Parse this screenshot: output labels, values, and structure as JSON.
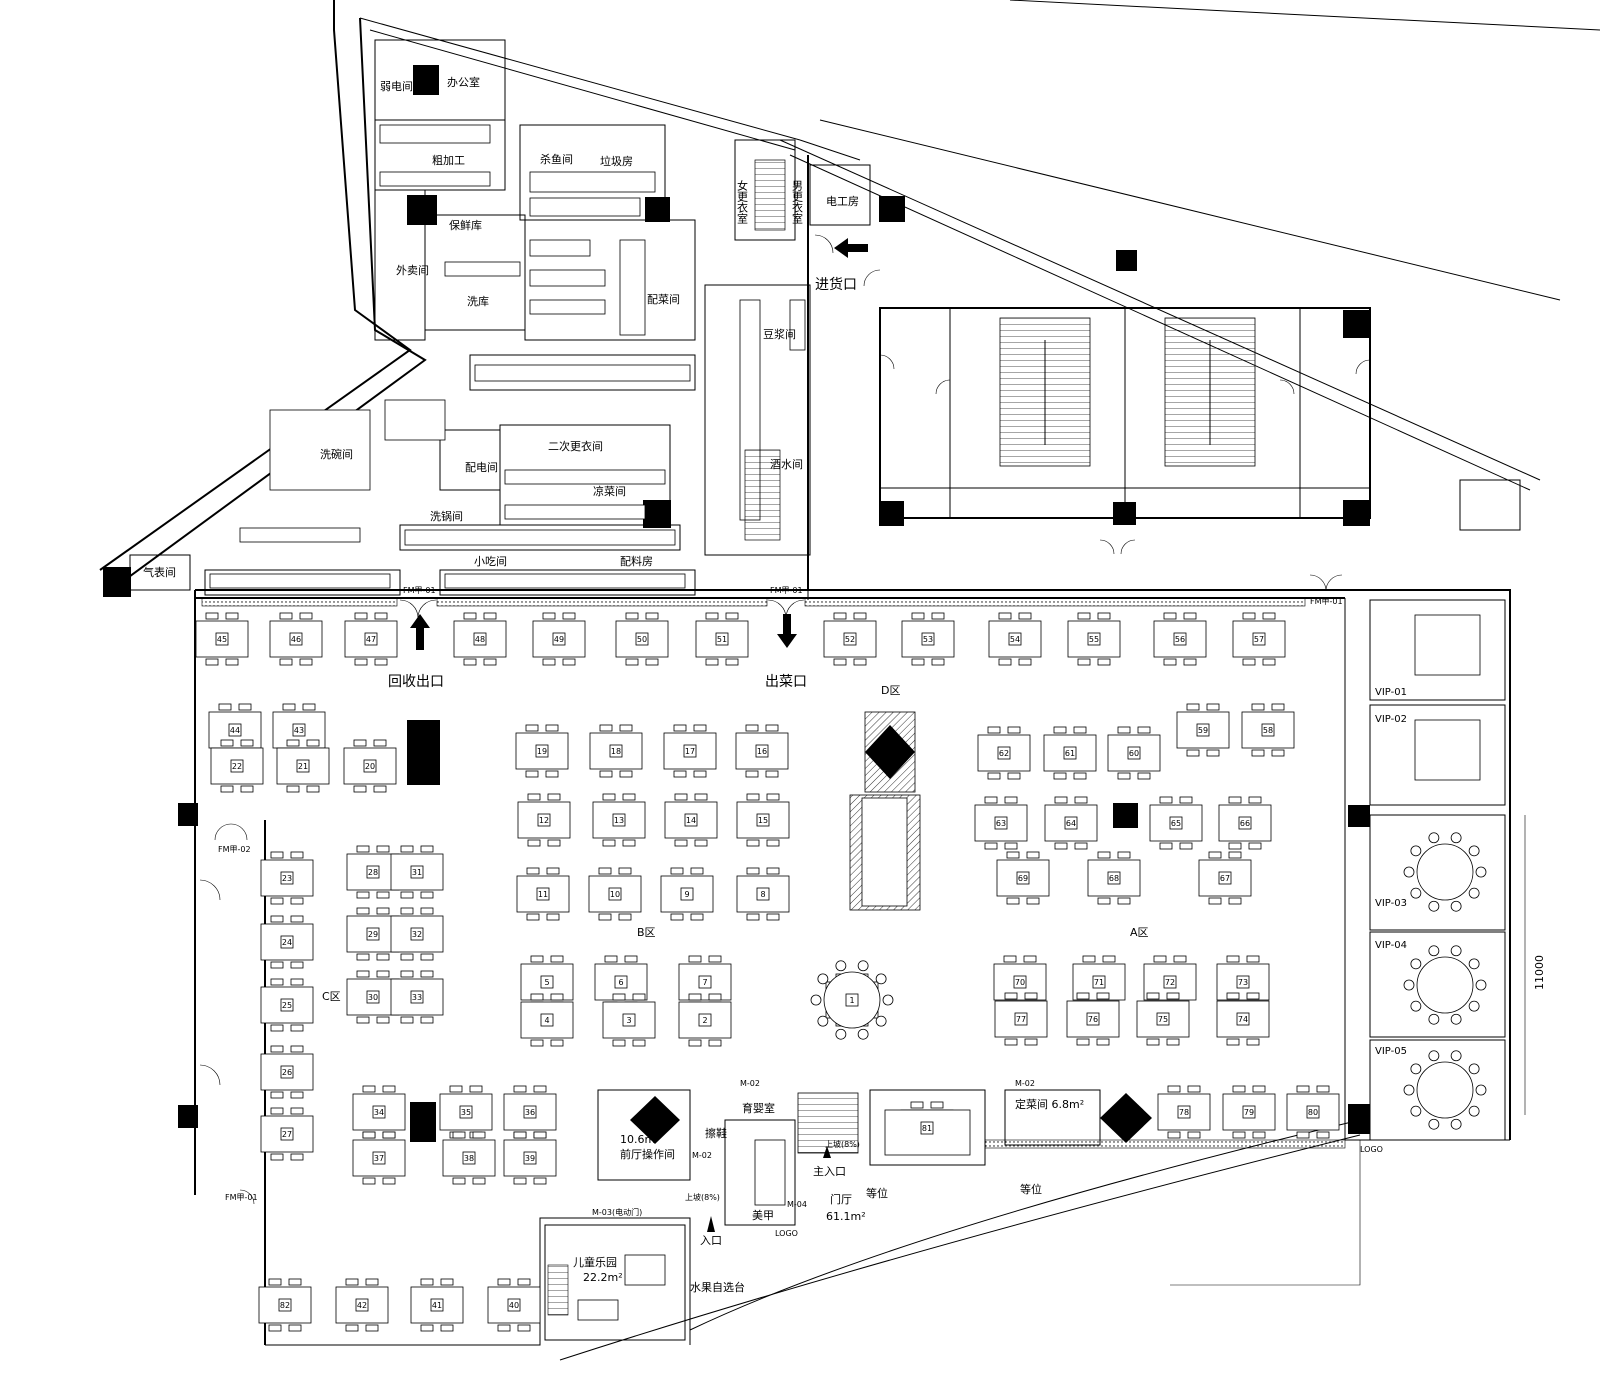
{
  "kitchen_labels": [
    {
      "id": "k-weak",
      "text": "弱电间"
    },
    {
      "id": "k-office",
      "text": "办公室"
    },
    {
      "id": "k-rough",
      "text": "粗加工"
    },
    {
      "id": "k-kill",
      "text": "杀鱼间"
    },
    {
      "id": "k-trash",
      "text": "垃圾房"
    },
    {
      "id": "k-fresh",
      "text": "保鲜库"
    },
    {
      "id": "k-sell",
      "text": "外卖间"
    },
    {
      "id": "k-wash",
      "text": "洗库"
    },
    {
      "id": "k-prep",
      "text": "配菜间"
    },
    {
      "id": "k-female",
      "text": "女更衣室"
    },
    {
      "id": "k-male",
      "text": "男更衣室"
    },
    {
      "id": "k-elec",
      "text": "电工房"
    },
    {
      "id": "k-entry",
      "text": "进货口"
    },
    {
      "id": "k-soy",
      "text": "豆浆间"
    },
    {
      "id": "k-drink",
      "text": "酒水间"
    },
    {
      "id": "k-dish",
      "text": "洗碗间"
    },
    {
      "id": "k-power",
      "text": "配电间"
    },
    {
      "id": "k-change2",
      "text": "二次更衣间"
    },
    {
      "id": "k-cold",
      "text": "凉菜间"
    },
    {
      "id": "k-pot",
      "text": "洗锅间"
    },
    {
      "id": "k-snack",
      "text": "小吃间"
    },
    {
      "id": "k-mix",
      "text": "配料房"
    },
    {
      "id": "k-gas",
      "text": "气表间"
    },
    {
      "id": "k-return",
      "text": "回收出口"
    },
    {
      "id": "k-serve",
      "text": "出菜口"
    }
  ],
  "zones": [
    {
      "id": "zone-a",
      "text": "A区"
    },
    {
      "id": "zone-b",
      "text": "B区"
    },
    {
      "id": "zone-c",
      "text": "C区"
    },
    {
      "id": "zone-d",
      "text": "D区"
    }
  ],
  "front_labels": [
    {
      "id": "f-nursery",
      "text": "育婴室"
    },
    {
      "id": "f-shoe",
      "text": "擦鞋"
    },
    {
      "id": "f-front-area",
      "text": "10.6m²"
    },
    {
      "id": "f-front",
      "text": "前厅操作间"
    },
    {
      "id": "f-nail",
      "text": "美甲"
    },
    {
      "id": "f-lobby",
      "text": "门厅"
    },
    {
      "id": "f-lobby-area",
      "text": "61.1m²"
    },
    {
      "id": "f-main",
      "text": "主入口"
    },
    {
      "id": "f-wait1",
      "text": "等位"
    },
    {
      "id": "f-wait2",
      "text": "等位"
    },
    {
      "id": "f-order",
      "text": "定菜间 6.8m²"
    },
    {
      "id": "f-kids",
      "text": "儿童乐园"
    },
    {
      "id": "f-kids-area",
      "text": "22.2m²"
    },
    {
      "id": "f-fruit",
      "text": "水果自选台"
    },
    {
      "id": "f-entry",
      "text": "入口"
    },
    {
      "id": "f-logo1",
      "text": "LOGO"
    },
    {
      "id": "f-logo2",
      "text": "LOGO"
    },
    {
      "id": "f-ramp1",
      "text": "上坡(8%)"
    },
    {
      "id": "f-ramp2",
      "text": "上坡(8%)"
    },
    {
      "id": "f-m03",
      "text": "M-03(电动门)"
    },
    {
      "id": "f-m04",
      "text": "M-04"
    },
    {
      "id": "f-m02a",
      "text": "M-02"
    },
    {
      "id": "f-m02b",
      "text": "M-02"
    },
    {
      "id": "f-m02c",
      "text": "M-02"
    },
    {
      "id": "f-fm1",
      "text": "FM甲-01"
    },
    {
      "id": "f-fm2",
      "text": "FM甲-01"
    },
    {
      "id": "f-fm3",
      "text": "FM甲-01"
    },
    {
      "id": "f-fm4",
      "text": "FM甲-02"
    },
    {
      "id": "f-fm5",
      "text": "FM甲-01"
    },
    {
      "id": "f-dim",
      "text": "11000"
    }
  ],
  "vip_rooms": [
    {
      "id": "vip-01",
      "text": "VIP-01"
    },
    {
      "id": "vip-02",
      "text": "VIP-02"
    },
    {
      "id": "vip-03",
      "text": "VIP-03"
    },
    {
      "id": "vip-04",
      "text": "VIP-04"
    },
    {
      "id": "vip-05",
      "text": "VIP-05"
    }
  ],
  "tables": [
    "45",
    "46",
    "47",
    "48",
    "49",
    "50",
    "51",
    "52",
    "53",
    "54",
    "55",
    "56",
    "57",
    "44",
    "43",
    "22",
    "21",
    "20",
    "19",
    "18",
    "17",
    "16",
    "62",
    "61",
    "60",
    "59",
    "58",
    "12",
    "13",
    "14",
    "15",
    "63",
    "64",
    "65",
    "66",
    "11",
    "10",
    "9",
    "8",
    "69",
    "68",
    "67",
    "23",
    "24",
    "25",
    "26",
    "27",
    "28",
    "31",
    "29",
    "32",
    "30",
    "33",
    "5",
    "6",
    "7",
    "4",
    "3",
    "2",
    "1",
    "70",
    "71",
    "72",
    "73",
    "77",
    "76",
    "75",
    "74",
    "34",
    "35",
    "36",
    "37",
    "38",
    "39",
    "81",
    "78",
    "79",
    "80",
    "82",
    "42",
    "41",
    "40"
  ]
}
